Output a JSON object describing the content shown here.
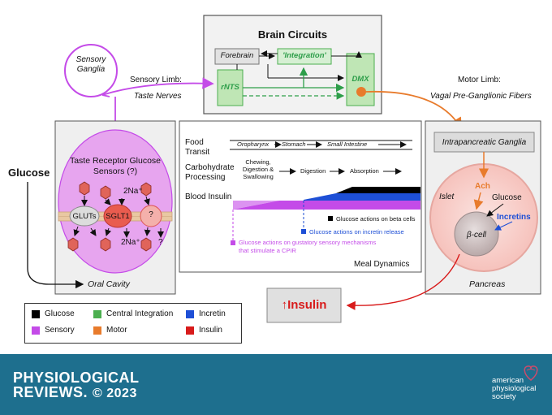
{
  "brain": {
    "title": "Brain Circuits",
    "forebrain": "Forebrain",
    "integration": "'Integration'",
    "rnts": "rNTS",
    "dmx": "DMX"
  },
  "sensory_ganglia": "Sensory Ganglia",
  "sensory_limb": {
    "title": "Sensory Limb:",
    "sub": "Taste Nerves"
  },
  "motor_limb": {
    "title": "Motor Limb:",
    "sub": "Vagal Pre-Ganglionic Fibers"
  },
  "glucose_label": "Glucose",
  "oral": {
    "title": "Taste Receptor Glucose Sensors (?)",
    "gluts": "GLUTs",
    "sglt1": "SGLT1",
    "q": "?",
    "na_top": "2Na⁺",
    "na_bottom": "2Na⁺",
    "q_bottom": "?",
    "cavity": "Oral Cavity"
  },
  "meal": {
    "food_transit": "Food Transit",
    "oropharynx": "Oropharynx",
    "stomach": "Stomach",
    "small_intestine": "Small Intestine",
    "carb_processing": "Carbohydrate Processing",
    "chewing": "Chewing, Digestion & Swallowing",
    "digestion": "Digestion",
    "absorption": "Absorption",
    "blood_insulin": "Blood Insulin",
    "beta_actions": "Glucose actions on beta cells",
    "incretin_actions": "Glucose actions on incretin release",
    "sensory_actions_1": "Glucose actions on gustatory sensory mechanisms",
    "sensory_actions_2": "that stimulate a CPIR",
    "title": "Meal Dynamics"
  },
  "pancreas": {
    "ganglia": "Intrapancreatic Ganglia",
    "islet": "Islet",
    "ach": "Ach",
    "glucose": "Glucose",
    "incretins": "Incretins",
    "beta": "β-cell",
    "title": "Pancreas"
  },
  "insulin_box": "↑Insulin",
  "legend": [
    {
      "label": "Glucose",
      "color": "#000000"
    },
    {
      "label": "Central Integration",
      "color": "#4caf50"
    },
    {
      "label": "Incretin",
      "color": "#1e4fd6"
    },
    {
      "label": "Sensory",
      "color": "#c44be8"
    },
    {
      "label": "Motor",
      "color": "#e87b2c"
    },
    {
      "label": "Insulin",
      "color": "#d81b1b"
    }
  ],
  "footer": {
    "journal_1": "PHYSIOLOGICAL",
    "journal_2": "REVIEWS.",
    "year": "© 2023",
    "aps_1": "american",
    "aps_2": "physiological",
    "aps_3": "society"
  }
}
